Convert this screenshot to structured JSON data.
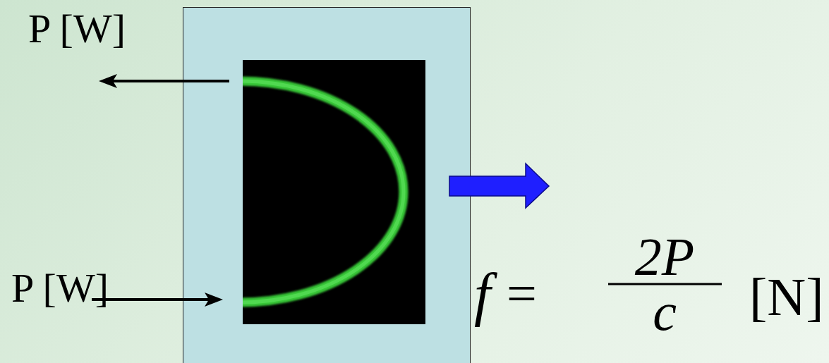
{
  "diagram": {
    "labels": [
      "P [W]",
      "P [W]",
      "f",
      "=",
      "2P",
      "c",
      "[N]"
    ]
  }
}
